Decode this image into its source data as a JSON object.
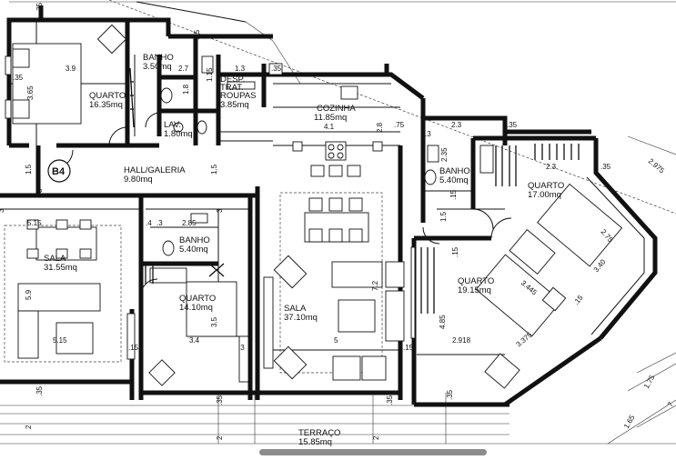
{
  "rooms": {
    "quarto_1": {
      "name": "QUARTO",
      "area": "16.35mq"
    },
    "banho_1": {
      "name": "BANHO",
      "area": "3.50mq"
    },
    "desp": {
      "name": "DESP.",
      "sub1": "TRAT.",
      "sub2": "ROUPAS",
      "area": "3.85mq"
    },
    "lav": {
      "name": "LAV.",
      "area": "1.80mq"
    },
    "cozinha": {
      "name": "COZINHA",
      "area": "11.85mq"
    },
    "banho_2": {
      "name": "BANHO",
      "area": "5.40mq"
    },
    "quarto_2": {
      "name": "QUARTO",
      "area": "17.00mq"
    },
    "hall": {
      "name": "HALL/GALERIA",
      "area": "9.80mq"
    },
    "sala_1": {
      "name": "SALA",
      "area": "31.55mq"
    },
    "banho_3": {
      "name": "BANHO",
      "area": "5.40mq"
    },
    "quarto_3": {
      "name": "QUARTO",
      "area": "14.10mq"
    },
    "sala_2": {
      "name": "SALA",
      "area": "37.10mq"
    },
    "quarto_4": {
      "name": "QUARTO",
      "area": "19.15mq"
    },
    "terraco": {
      "name": "TERRAÇO",
      "area": "15.85mq"
    }
  },
  "unit_tag": "B4",
  "dimensions": {
    "d_35_top": ".35",
    "d_35_left": ".35",
    "d_3_9": "3.9",
    "d_3_65": "3.65",
    "d_2_7": "2.7",
    "d_1_8": "1.8",
    "d_1_15": "1.15",
    "d_1_3": "1.3",
    "d_35_desp": ".35",
    "d_35_coz": ".35",
    "d_4_1": "4.1",
    "d_2_8": "2.8",
    "d_75": ".75",
    "d_2_3a": "2.3",
    "d_35_b2": ".35",
    "d_3_b2": ".3",
    "d_2_35": "2.35",
    "d_2_3b": "2.3",
    "d_35_q2": ".35",
    "d_2_975": "2.975",
    "d_1_5a": "1.5",
    "d_3_hall": "3",
    "d_1_5b": "1.5",
    "d_3_left": "3",
    "d_3_mid": "3",
    "d_5_15a": "5.15",
    "d_4": ".4",
    "d_3_b3": ".3",
    "d_2_85": "2.85",
    "d_1_5c": "1.5",
    "d_15_b2": ".15",
    "d_2_75": "2.75",
    "d_5_9": "5.9",
    "d_7_2": "7.2",
    "d_3_445": "3.445",
    "d_3_40": "3.40",
    "d_15_q2": ".15",
    "d_3_5": "3.5",
    "d_15_q4": ".15",
    "d_4_85": "4.85",
    "d_5_15b": "5.15",
    "d_15_s1": ".15",
    "d_3_4": "3.4",
    "d_3_q3": ".3",
    "d_5": "5",
    "d_15_s2": ".15",
    "d_2_918": "2.918",
    "d_3_375": "3.375",
    "d_35_a": ".35",
    "d_35_b": ".35",
    "d_35_c": ".35",
    "d_35_d": ".35",
    "d_2_a": "2",
    "d_2_b": "2",
    "d_2_c": "2",
    "d_1_75": "1.75",
    "d_1_65": "1.65",
    "d_7": "7"
  }
}
